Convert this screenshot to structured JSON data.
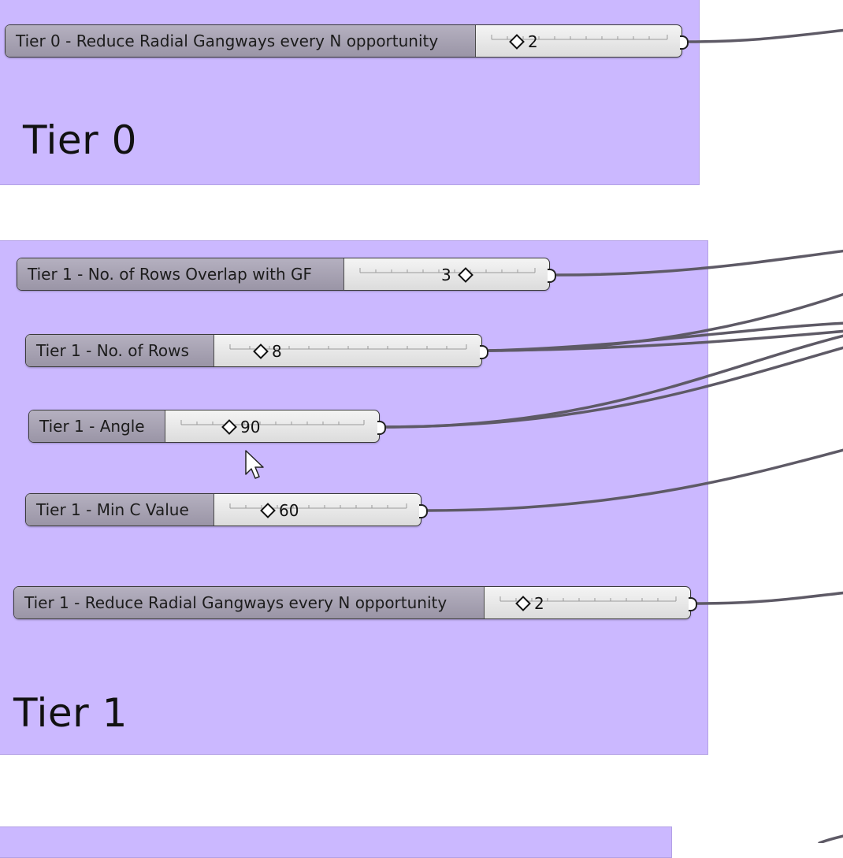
{
  "groups": [
    {
      "id": "tier0",
      "title": "Tier 0"
    },
    {
      "id": "tier1",
      "title": "Tier 1"
    },
    {
      "id": "tier2",
      "title": ""
    }
  ],
  "sliders": [
    {
      "id": "t0-reduce",
      "label": "Tier 0 - Reduce Radial Gangways every N opportunity",
      "value": "2"
    },
    {
      "id": "t1-overlap",
      "label": "Tier 1 - No. of Rows Overlap with GF",
      "value": "3"
    },
    {
      "id": "t1-rows",
      "label": "Tier 1 - No. of Rows",
      "value": "8"
    },
    {
      "id": "t1-angle",
      "label": "Tier 1 - Angle",
      "value": "90"
    },
    {
      "id": "t1-minc",
      "label": "Tier 1 - Min C Value",
      "value": "60"
    },
    {
      "id": "t1-reduce",
      "label": "Tier 1 - Reduce Radial Gangways every N opportunity",
      "value": "2"
    }
  ],
  "colors": {
    "group_fill": "#cbb8ff",
    "wire": "#5e5a66",
    "slider_label_bg": "#a7a2b3"
  },
  "icons": {
    "cursor": "arrow-cursor-icon",
    "knob": "diamond-knob-icon"
  }
}
